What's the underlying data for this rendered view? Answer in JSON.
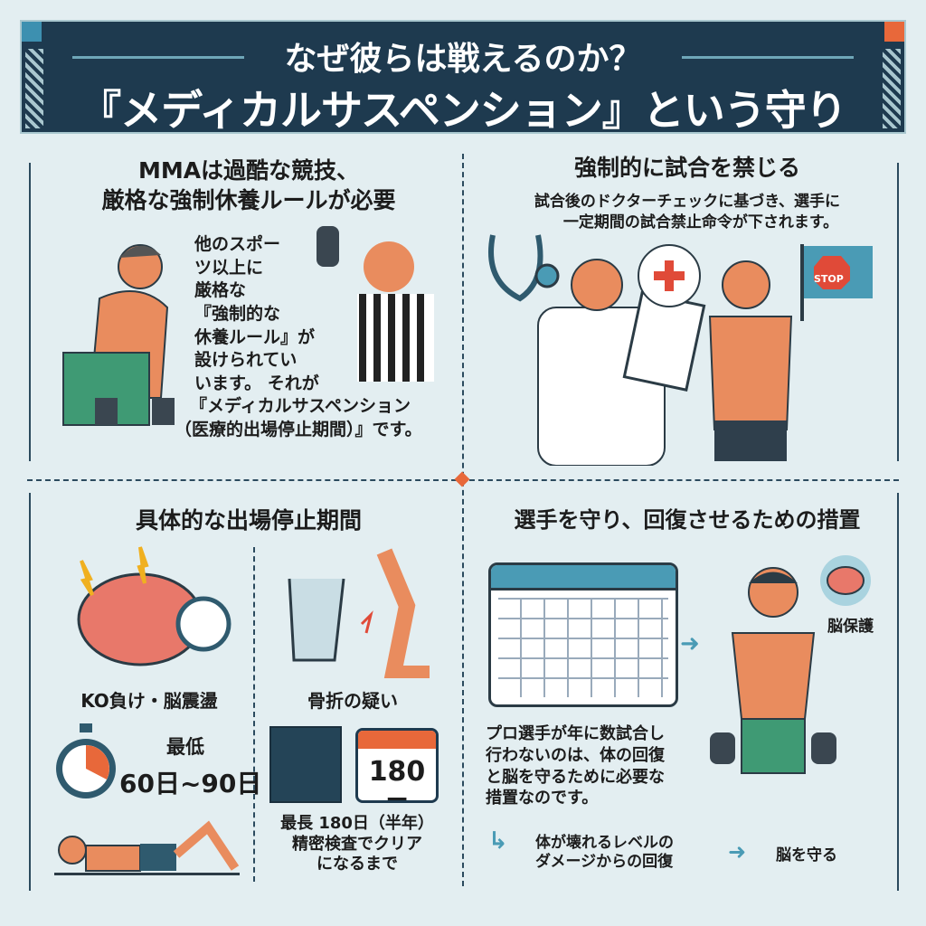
{
  "title": {
    "line1": "なぜ彼らは戦えるのか？",
    "line2": "『メディカルサスペンション』という守り"
  },
  "section1": {
    "heading_line1": "MMAは過酷な競技、",
    "heading_line2": "厳格な強制休養ルールが必要",
    "body": [
      "他のスポー",
      "ツ以上に",
      "厳格な",
      "『強制的な",
      "休養ルール』が",
      "設けられてい",
      "います。 それが",
      "『メディカルサスペンション",
      "（医療的出場停止期間）』です。"
    ]
  },
  "section2": {
    "heading": "強制的に試合を禁じる",
    "body_line1": "試合後のドクターチェックに基づき、選手に",
    "body_line2": "一定期間の試合禁止命令が下されます。",
    "stop_sign": "STOP"
  },
  "section3": {
    "heading": "具体的な出場停止期間",
    "ko": {
      "label": "KO負け・脳震盪",
      "min_label": "最低",
      "period": "60日~90日"
    },
    "fracture": {
      "label": "骨折の疑い",
      "calendar_value": "180日",
      "line1": "最長 180日（半年）",
      "line2": "精密検査でクリア",
      "line3": "になるまで"
    }
  },
  "section4": {
    "heading": "選手を守り、回復させるための措置",
    "brain_label": "脳保護",
    "body": [
      "プロ選手が年に数試合し",
      "行わないのは、体の回復",
      "と脳を守るために必要な",
      "措置なのです。"
    ],
    "flow1_line1": "体が壊れるレベルの",
    "flow1_line2": "ダメージからの回復",
    "flow2": "脳を守る"
  },
  "colors": {
    "navy": "#1e3a4f",
    "accent_orange": "#e8683a",
    "teal": "#4a9bb5",
    "green": "#3f9a74"
  }
}
